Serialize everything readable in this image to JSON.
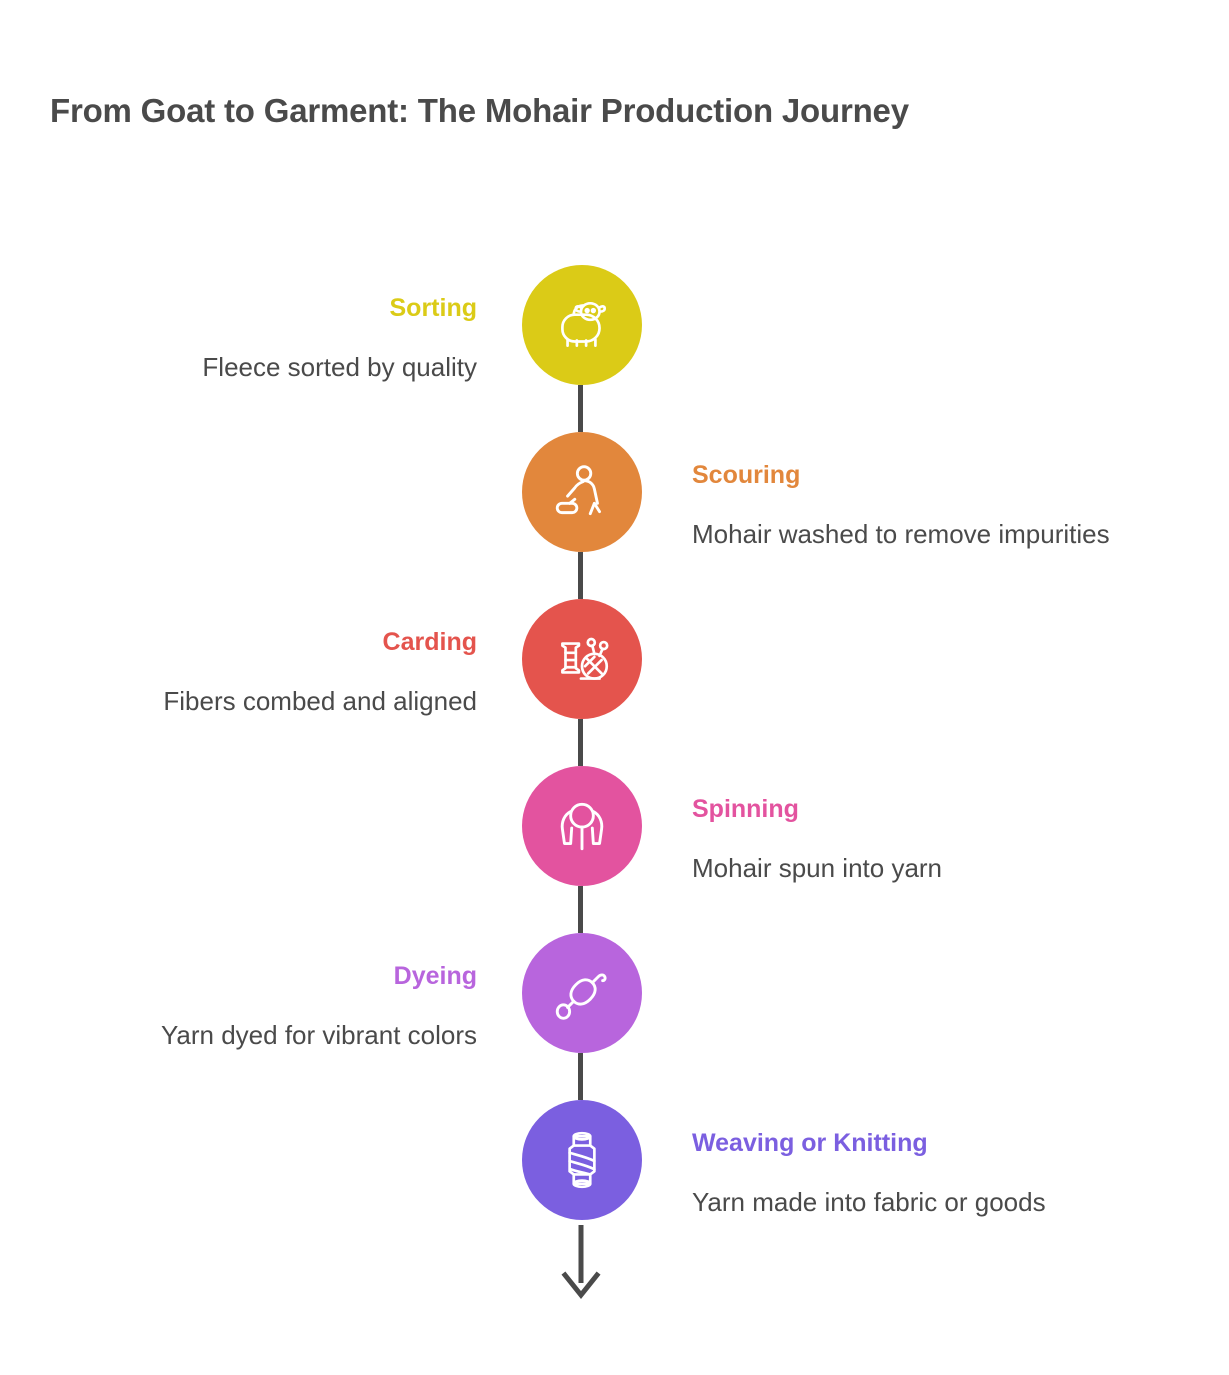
{
  "header": {
    "title": "From Goat to Garment: The Mohair Production Journey"
  },
  "colors": {
    "text_dark": "#4a4a4a",
    "background": "#ffffff",
    "arrow": "#4a4a4a"
  },
  "timeline": {
    "orientation": "vertical",
    "end_marker": "down-arrow",
    "steps": [
      {
        "label": "Sorting",
        "description": "Fleece sorted by quality",
        "color": "#dbcb17",
        "side": "left",
        "icon": "sheep-icon"
      },
      {
        "label": "Scouring",
        "description": "Mohair washed to remove impurities",
        "color": "#e2873c",
        "side": "right",
        "icon": "person-scrubbing-icon"
      },
      {
        "label": "Carding",
        "description": "Fibers combed and aligned",
        "color": "#e4544d",
        "side": "left",
        "icon": "spool-and-yarn-ball-icon"
      },
      {
        "label": "Spinning",
        "description": "Mohair spun into yarn",
        "color": "#e3539f",
        "side": "right",
        "icon": "spinning-wheel-icon"
      },
      {
        "label": "Dyeing",
        "description": "Yarn dyed for vibrant colors",
        "color": "#b martial"
      }
    ]
  }
}
